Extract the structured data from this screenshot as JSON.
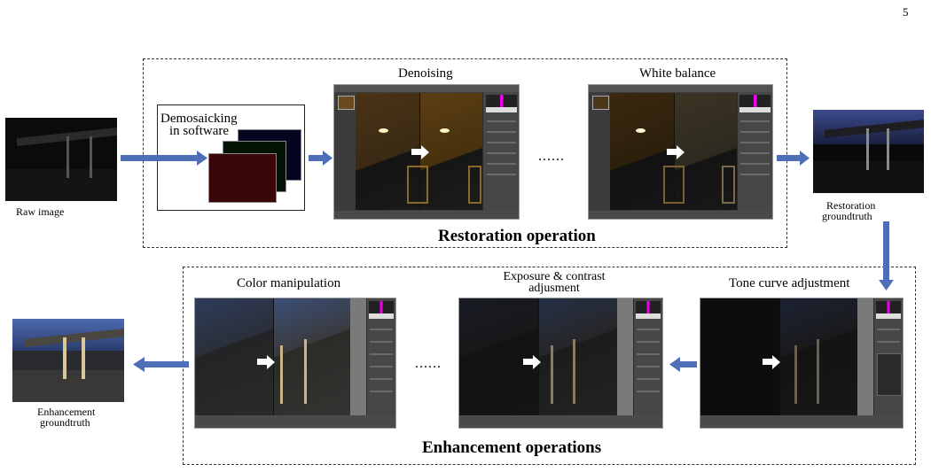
{
  "page_number": "5",
  "restoration": {
    "title": "Restoration operation",
    "steps": [
      "Denoising",
      "White balance"
    ],
    "ellipsis": "......"
  },
  "enhancement": {
    "title": "Enhancement operations",
    "steps": [
      "Color manipulation",
      "Exposure & contrast adjusment",
      "Tone curve adjustment"
    ],
    "ellipsis": "......"
  },
  "demosaic": {
    "label_line1": "Demosaicking",
    "label_line2": "in software"
  },
  "inputs": {
    "raw_label": "Raw image",
    "restoration_gt_line1": "Restoration",
    "restoration_gt_line2": "groundtruth",
    "enhancement_gt_line1": "Enhancement",
    "enhancement_gt_line2": "groundtruth"
  },
  "colors": {
    "flow_arrow": "#4e6fb7",
    "dashed_border": "#333333",
    "window_bg": "#3c3c3c"
  }
}
